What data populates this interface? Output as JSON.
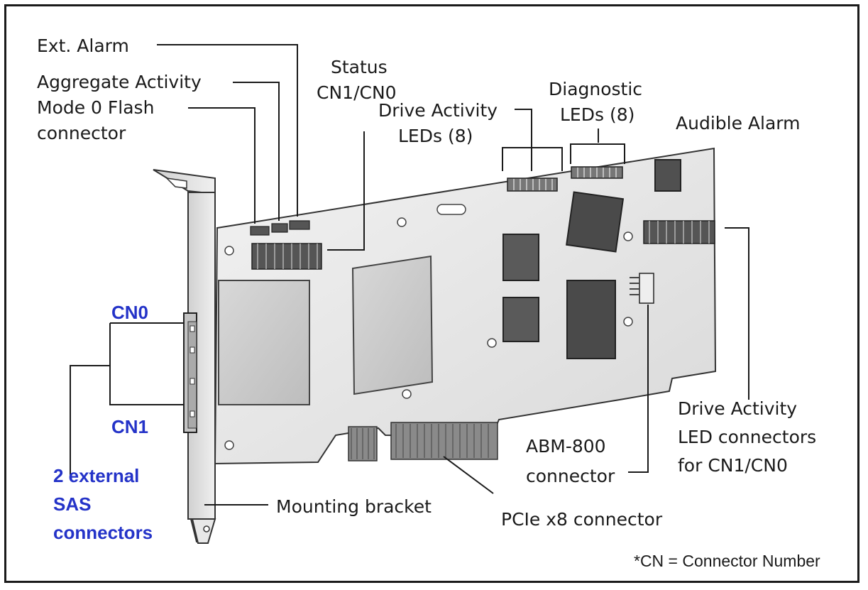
{
  "labels": {
    "ext_alarm": "Ext. Alarm",
    "aggregate_activity": "Aggregate Activity",
    "mode0_flash_line1": "Mode 0 Flash",
    "mode0_flash_line2": "connector",
    "status_line1": "Status",
    "status_line2": "CN1/CN0",
    "drive_activity_leds_line1": "Drive Activity",
    "drive_activity_leds_line2": "LEDs (8)",
    "diagnostic_leds_line1": "Diagnostic",
    "diagnostic_leds_line2": "LEDs (8)",
    "audible_alarm": "Audible Alarm",
    "cn0": "CN0",
    "cn1": "CN1",
    "external_sas_line1": "2 external",
    "external_sas_line2": "SAS",
    "external_sas_line3": "connectors",
    "mounting_bracket": "Mounting bracket",
    "pcie_connector": "PCIe x8 connector",
    "abm_line1": "ABM-800",
    "abm_line2": "connector",
    "drive_led_conn_line1": "Drive Activity",
    "drive_led_conn_line2": "LED connectors",
    "drive_led_conn_line3": "for CN1/CN0",
    "footnote": "*CN = Connector Number"
  },
  "colors": {
    "accent_label": "#2433c8",
    "line": "#1a1a1a",
    "board": "#e6e6e6",
    "chip": "#555555"
  }
}
